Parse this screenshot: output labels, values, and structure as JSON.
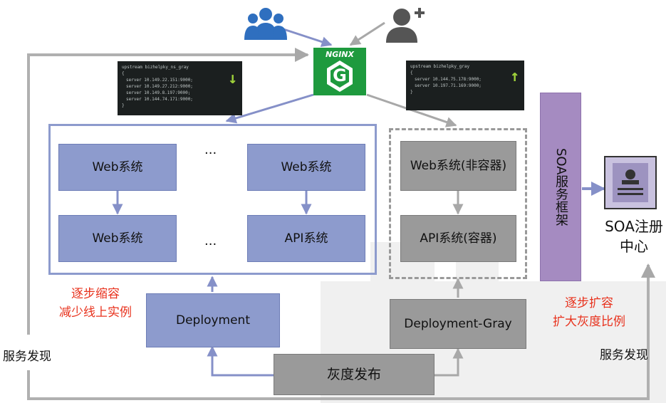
{
  "colors": {
    "blue_box": "#8d9bcd",
    "gray_box": "#9a9a9a",
    "soa_bar": "#a58bc1",
    "red_text": "#e8321d",
    "nginx_green": "#1e9a3e"
  },
  "top_icons": {
    "group": "users-group-icon",
    "add_user": "add-user-icon"
  },
  "nginx": {
    "label": "NGINX",
    "letter": "G"
  },
  "code_blue": {
    "lines": [
      "upstream bizhelpky_ns_gray",
      "{",
      "server 10.149.22.151:9000;",
      "server 10.149.27.212:9000;",
      "server 10.149.8.197:9000;",
      "server 10.144.74.171:9000;",
      "}"
    ],
    "arrow": "↓"
  },
  "code_gray": {
    "lines": [
      "upstream bizhelpky_gray",
      "{",
      "server 10.144.75.178:9000;",
      "server 10.197.71.169:9000;",
      "}"
    ],
    "arrow": "↑"
  },
  "blue_group": {
    "top_left": "Web系统",
    "top_right": "Web系统",
    "bottom_left": "Web系统",
    "bottom_right": "API系统",
    "dots_top": "...",
    "dots_bottom": "..."
  },
  "gray_group": {
    "top": "Web系统(非容器)",
    "bottom": "API系统(容器)"
  },
  "deployment": "Deployment",
  "deployment_gray": "Deployment-Gray",
  "release": "灰度发布",
  "soa_frame": "SOA服务框架",
  "soa_registry": "SOA注册中心",
  "left_red": "逐步缩容\n减少线上实例",
  "right_red": "逐步扩容\n扩大灰度比例",
  "discovery_left": "服务发现",
  "discovery_right": "服务发现"
}
